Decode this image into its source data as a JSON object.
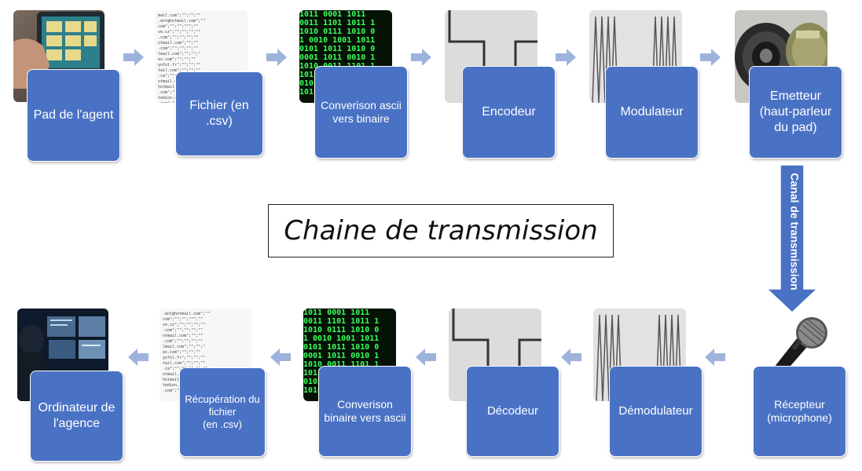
{
  "title": "Chaine de transmission",
  "channel_label": "Canal de transmission",
  "colors": {
    "box": "#4a72c4",
    "arrow": "#9eb3dc",
    "big_arrow": "#4a72c4"
  },
  "top_row": [
    {
      "label": "Pad de l'agent",
      "image": "tablet-hand-photo"
    },
    {
      "label": "Fichier (en .csv)",
      "image": "csv-text-sheet"
    },
    {
      "label": "Converison ascii vers binaire",
      "image": "binary-matrix"
    },
    {
      "label": "Encodeur",
      "image": "square-wave"
    },
    {
      "label": "Modulateur",
      "image": "modulated-wave"
    },
    {
      "label": "Emetteur (haut-parleur du pad)",
      "image": "speaker-photo"
    }
  ],
  "bottom_row": [
    {
      "label": "Récepteur (microphone)",
      "image": "microphone-photo"
    },
    {
      "label": "Démodulateur",
      "image": "modulated-wave"
    },
    {
      "label": "Décodeur",
      "image": "square-wave"
    },
    {
      "label": "Converison binaire vers ascii",
      "image": "binary-matrix"
    },
    {
      "label": "Récupération du fichier\n(en .csv)",
      "image": "csv-text-sheet"
    },
    {
      "label": "Ordinateur de l'agence",
      "image": "computer-room-photo"
    }
  ]
}
